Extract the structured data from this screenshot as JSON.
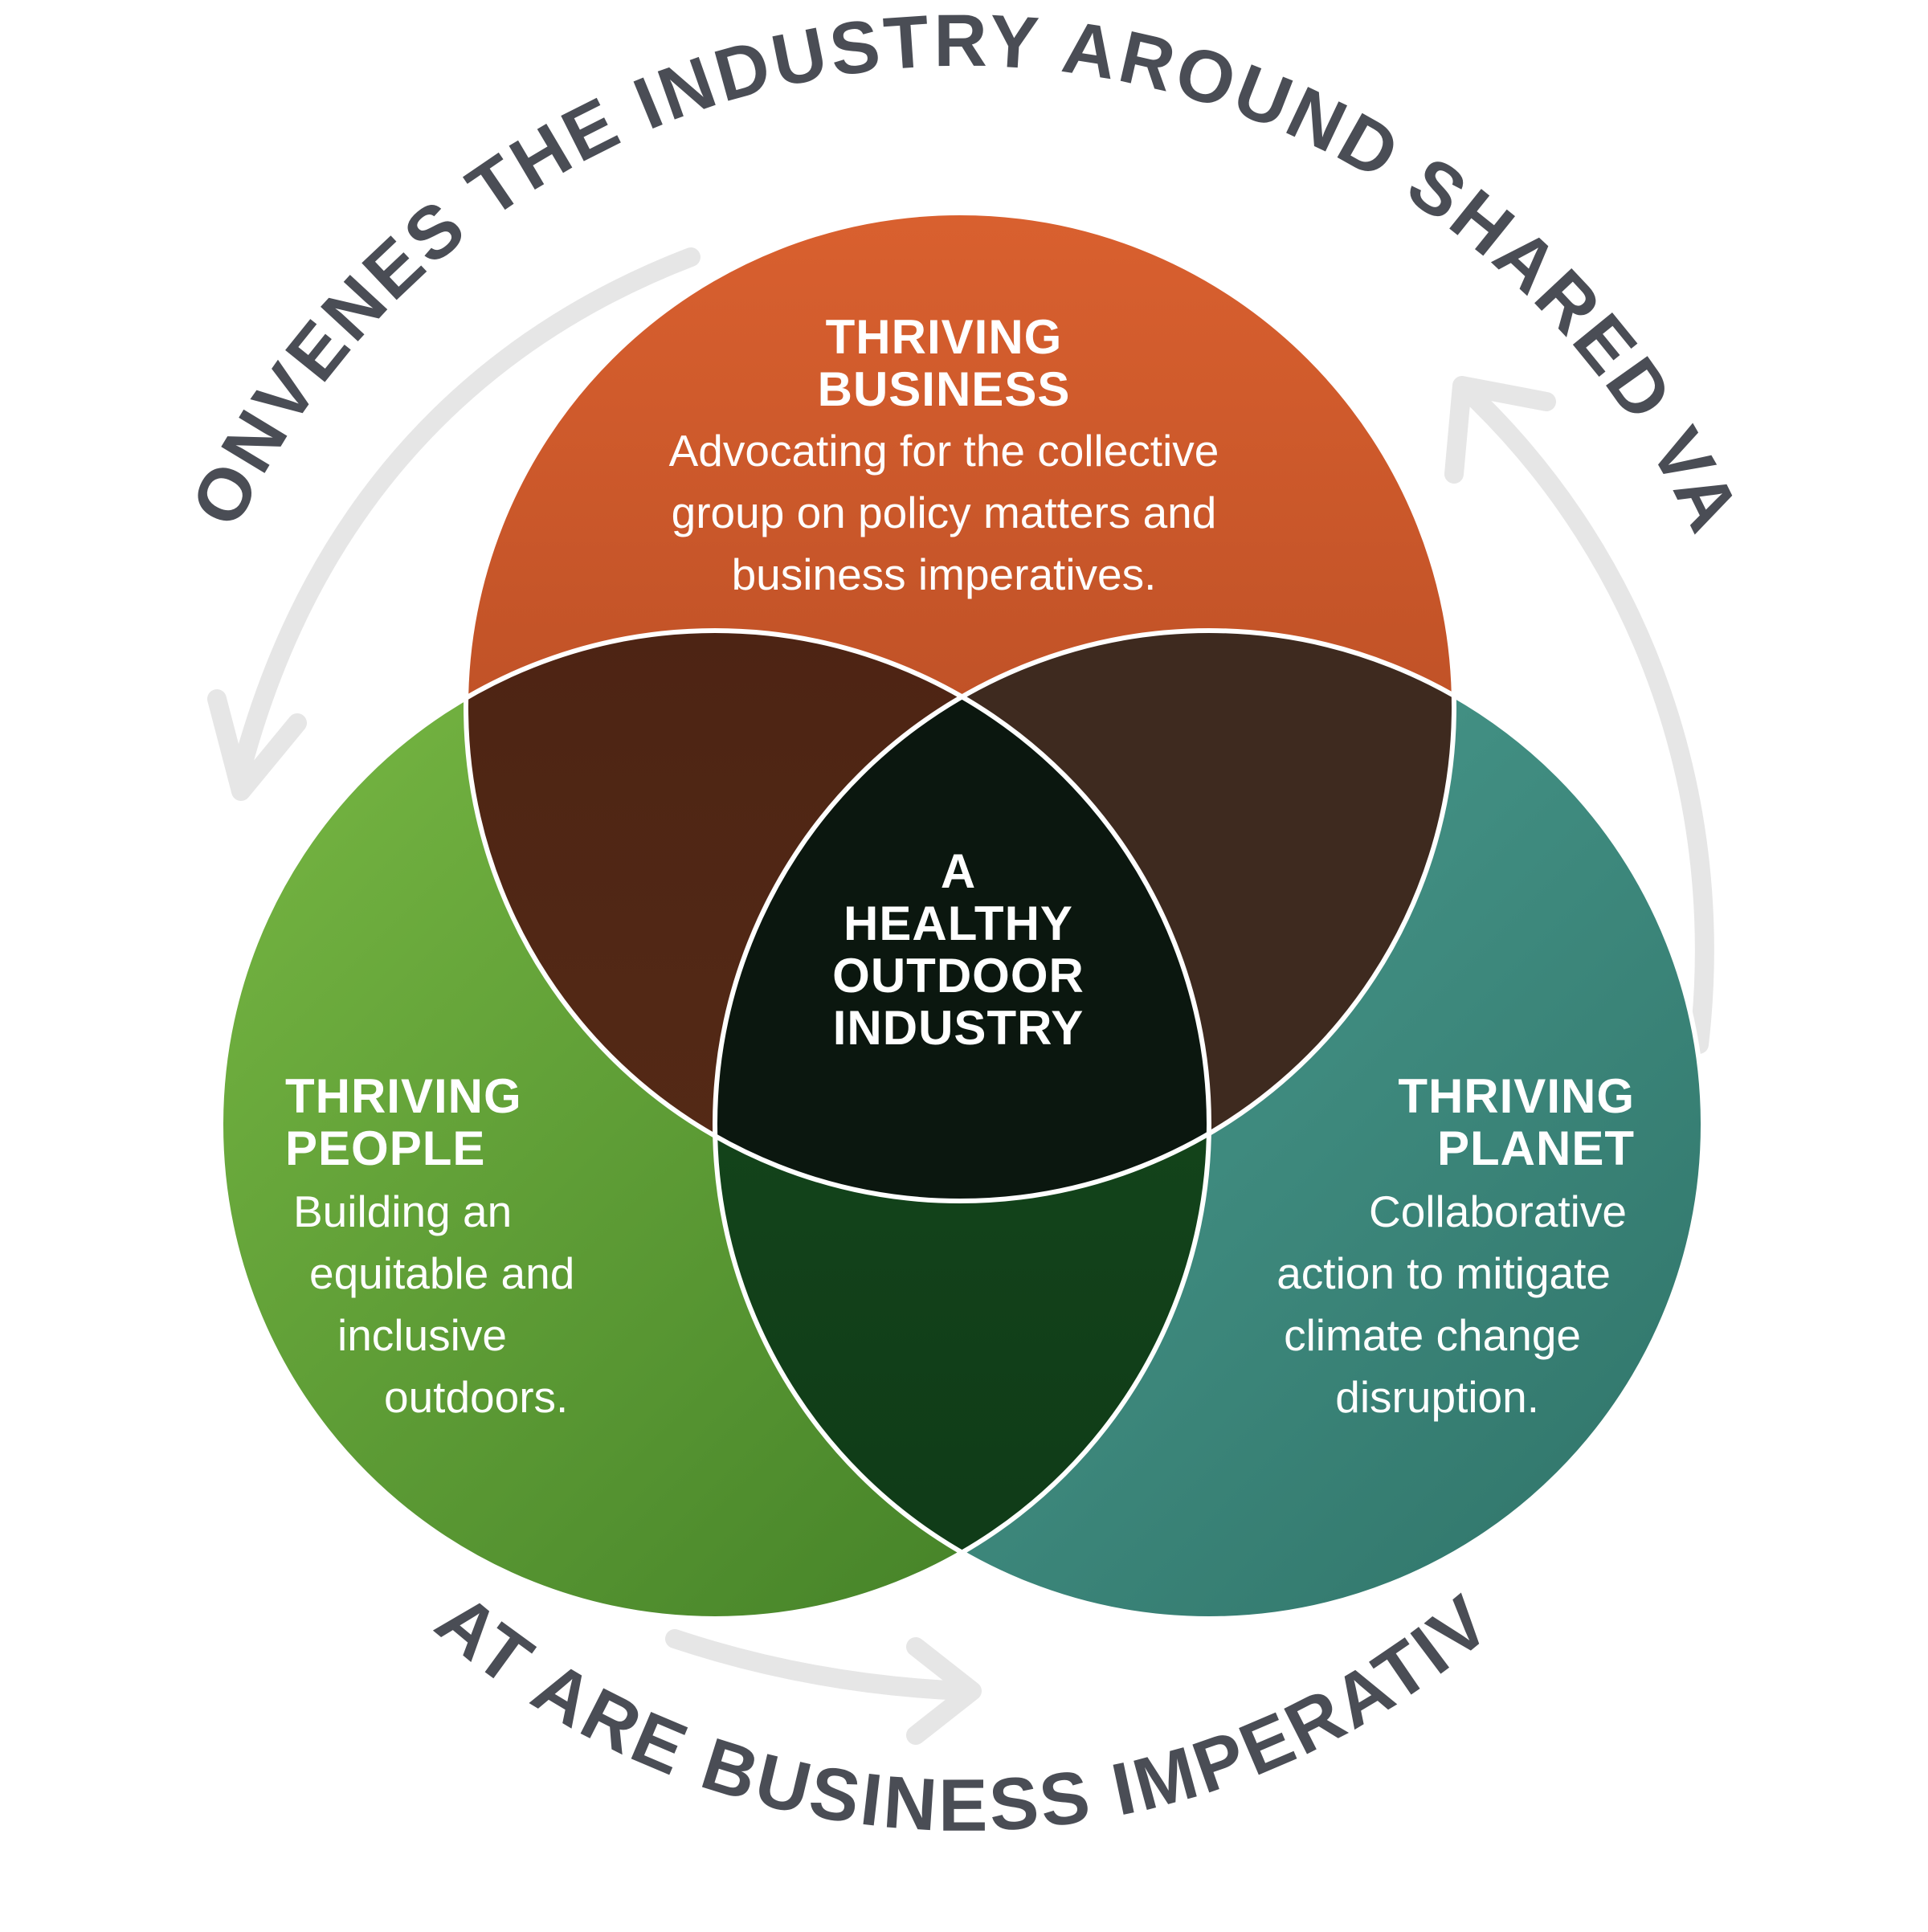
{
  "outer_ring": {
    "top_text": "OIA CONVENES THE INDUSTRY AROUND SHARED VALUES",
    "bottom_text": "THAT ARE BUSINESS IMPERATIVES"
  },
  "circles": {
    "business": {
      "title_line1": "THRIVING",
      "title_line2": "BUSINESS",
      "desc_line1": "Advocating for the collective",
      "desc_line2": "group on policy matters and",
      "desc_line3": "business imperatives."
    },
    "people": {
      "title_line1": "THRIVING",
      "title_line2": "PEOPLE",
      "desc_line1": "Building an",
      "desc_line2": "equitable and",
      "desc_line3": "inclusive",
      "desc_line4": "outdoors."
    },
    "planet": {
      "title_line1": "THRIVING",
      "title_line2": "PLANET",
      "desc_line1": "Collaborative",
      "desc_line2": "action to mitigate",
      "desc_line3": "climate change",
      "desc_line4": "disruption."
    },
    "center": {
      "line1": "A",
      "line2": "HEALTHY",
      "line3": "OUTDOOR",
      "line4": "INDUSTRY"
    }
  },
  "colors": {
    "business": "#d4592e",
    "people": "#5e9e38",
    "planet": "#3d9185",
    "arc_text": "#4a4d55",
    "ring_arrow": "#e6e6e6"
  }
}
